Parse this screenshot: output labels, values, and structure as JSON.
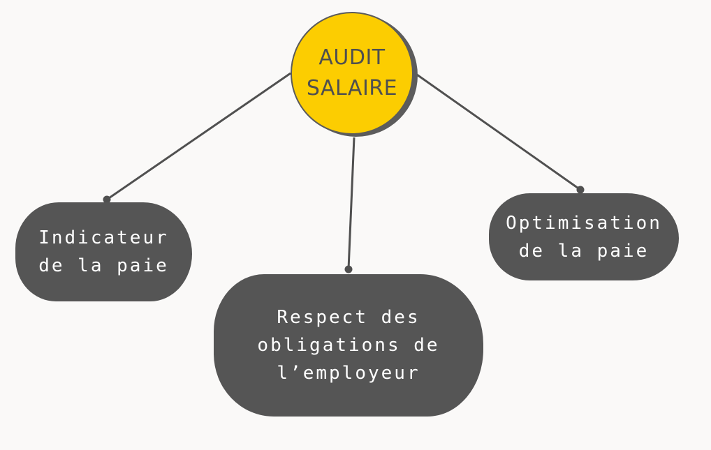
{
  "colors": {
    "background": "#faf9f8",
    "center_fill": "#fccd01",
    "center_text": "#4f4f4f",
    "node_fill": "#555555",
    "node_text": "#ffffff",
    "connector": "#505050"
  },
  "center": {
    "line1": "AUDIT",
    "line2": "SALAIRE"
  },
  "branches": [
    {
      "label": "Indicateur\nde la paie"
    },
    {
      "label": "Respect des\nobligations de\nl’employeur"
    },
    {
      "label": "Optimisation\nde la paie"
    }
  ]
}
